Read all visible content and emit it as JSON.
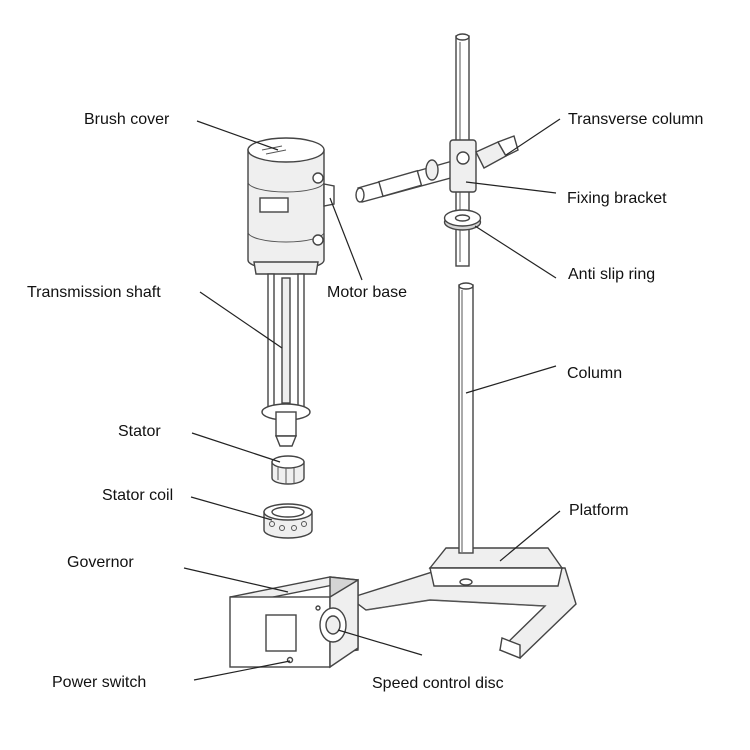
{
  "labels": {
    "brush_cover": "Brush cover",
    "transmission_shaft": "Transmission shaft",
    "motor_base": "Motor base",
    "stator": "Stator",
    "stator_coil": "Stator coil",
    "governor": "Governor",
    "power_switch": "Power switch",
    "speed_control_disc": "Speed control disc",
    "transverse_column": "Transverse column",
    "fixing_bracket": "Fixing bracket",
    "anti_slip_ring": "Anti slip ring",
    "column": "Column",
    "platform": "Platform"
  }
}
